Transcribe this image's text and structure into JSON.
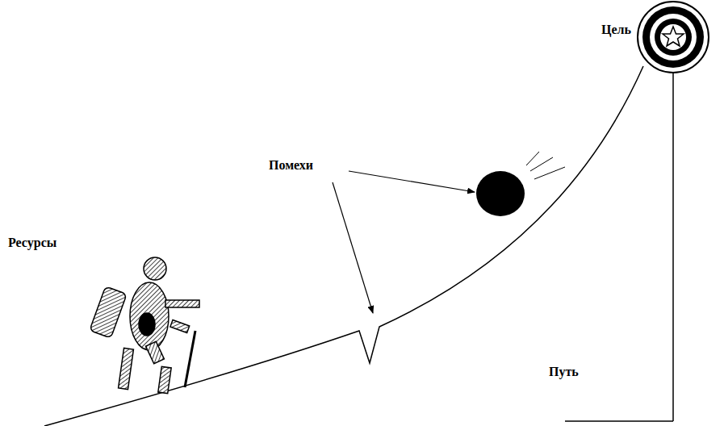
{
  "diagram": {
    "labels": [
      "Цель",
      "Помехи",
      "Ресурсы",
      "Путь"
    ]
  }
}
